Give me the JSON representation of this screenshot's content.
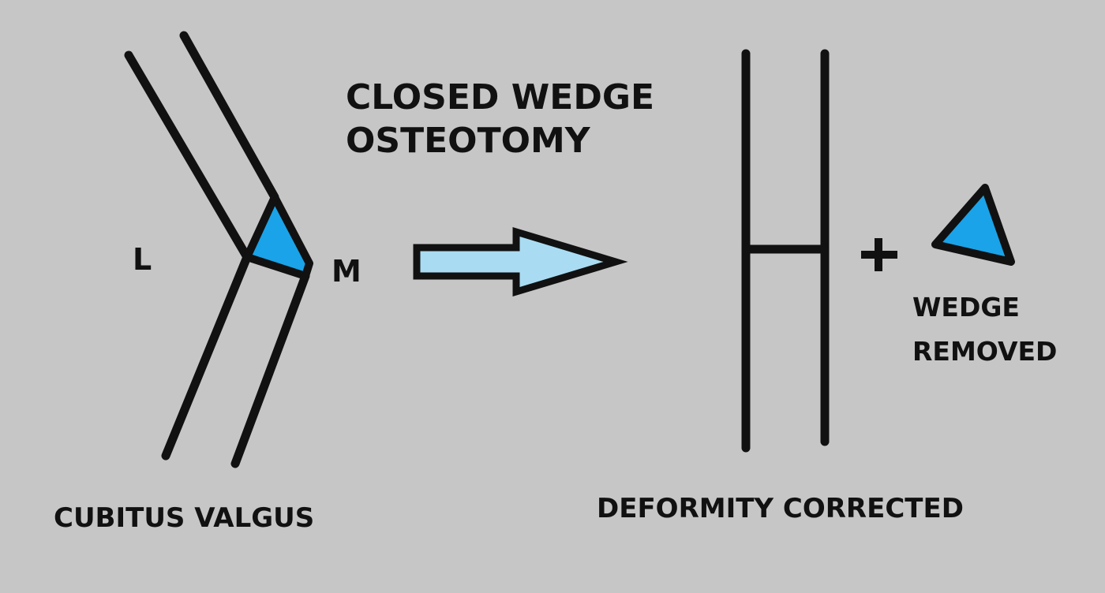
{
  "title_line1": "CLOSED WEDGE",
  "title_line2": "OSTEOTOMY",
  "label_lateral": "L",
  "label_medial": "M",
  "caption_before": "CUBITUS VALGUS",
  "caption_after": "DEFORMITY CORRECTED",
  "plus_sign": "+",
  "wedge_caption_line1": "WEDGE",
  "wedge_caption_line2": "REMOVED",
  "colors": {
    "background": "#c6c6c6",
    "line": "#111111",
    "wedge": "#1aa3e8",
    "arrow": "#a9dcf2"
  }
}
